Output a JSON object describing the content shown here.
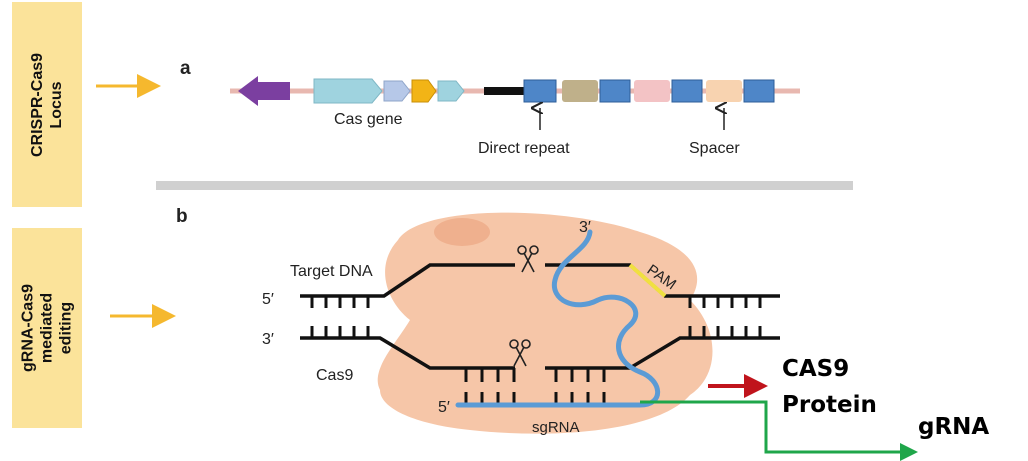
{
  "side_labels": {
    "locus": [
      "CRISPR-Cas9",
      "Locus"
    ],
    "editing": [
      "gRNA-Cas9",
      "mediated",
      "editing"
    ]
  },
  "panel_a": {
    "letter": "a",
    "cas_gene_label": "Cas gene",
    "direct_repeat_label": "Direct repeat",
    "spacer_label": "Spacer"
  },
  "panel_b": {
    "letter": "b",
    "target_dna_label": "Target DNA",
    "cas9_label": "Cas9",
    "pam_label": "PAM",
    "sgrna_label": "sgRNA",
    "five_prime_top": "5′",
    "three_prime_left": "3′",
    "three_prime_rna": "3′",
    "five_prime_rna": "5′"
  },
  "outputs": {
    "protein_line1": "CAS9",
    "protein_line2": "Protein",
    "grna": "gRNA"
  },
  "colors": {
    "label_bg": "#fbe39a",
    "arrow_orange": "#f5b82e",
    "cas9_body": "#f6c6a8",
    "rna_blue": "#5b9bd5",
    "pam_yellow": "#f0e040",
    "red_arrow": "#c0141c",
    "green_arrow": "#1fa64a"
  }
}
